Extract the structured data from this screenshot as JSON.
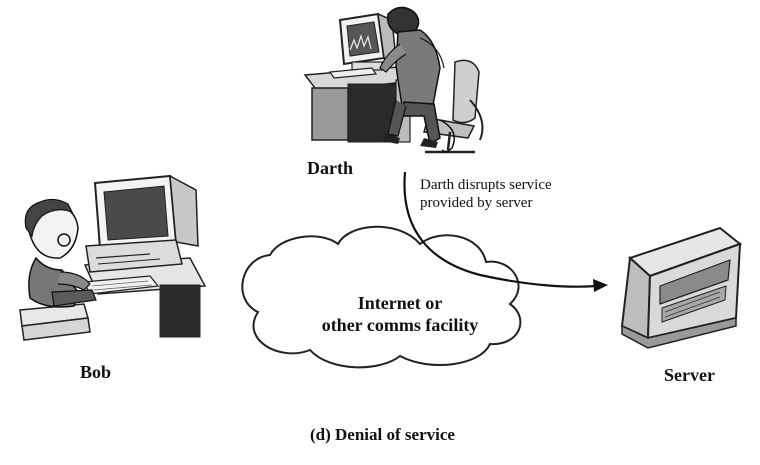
{
  "diagram": {
    "caption": "(d) Denial of service",
    "nodes": {
      "darth": {
        "label": "Darth"
      },
      "bob": {
        "label": "Bob"
      },
      "server": {
        "label": "Server"
      },
      "cloud": {
        "line1": "Internet or",
        "line2": "other comms facility"
      }
    },
    "annotation": {
      "line1": "Darth disrupts service",
      "line2": "provided by server"
    }
  }
}
